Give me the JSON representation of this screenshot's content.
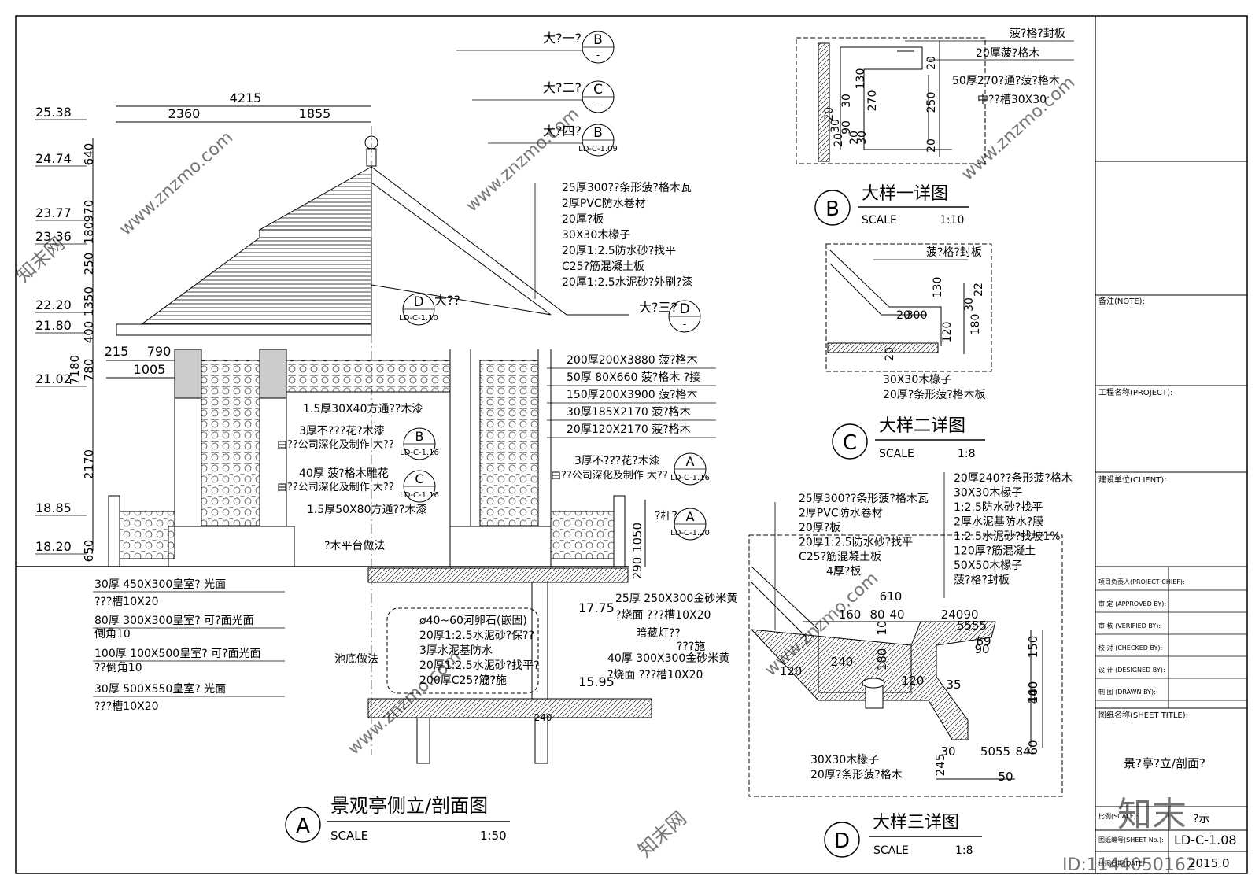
{
  "main": {
    "title": "景观亭侧立/剖面图",
    "badge": "A",
    "scale_word": "SCALE",
    "scale": "1:50",
    "heights": [
      "25.38",
      "24.74",
      "23.77",
      "23.36",
      "22.20",
      "21.80",
      "21.02",
      "18.85",
      "18.20",
      "17.75",
      "15.95"
    ],
    "vdims": [
      "640",
      "970",
      "180",
      "250",
      "1350",
      "400",
      "780",
      "7180",
      "2170",
      "650",
      "1050",
      "290"
    ],
    "hdims": [
      "4215",
      "2360",
      "1855",
      "215",
      "790",
      "1005",
      "240"
    ],
    "refs": [
      {
        "text": "大?一?",
        "letter": "B",
        "sheet": "-"
      },
      {
        "text": "大?二?",
        "letter": "C",
        "sheet": "-"
      },
      {
        "text": "大?四?",
        "letter": "B",
        "sheet": "LD-C-1.09"
      },
      {
        "text": "大??",
        "letter": "D",
        "sheet": "LD-C-1.10"
      },
      {
        "text": "大?三?",
        "letter": "D",
        "sheet": "-"
      }
    ],
    "roof_notes": [
      "25厚300??条形菠?格木瓦",
      "2厚PVC防水卷材",
      "20厚?板",
      "30X30木椽子",
      "20厚1:2.5防水砂?找平",
      "C25?筋混凝土板",
      "20厚1:2.5水泥砂?外刷?漆"
    ],
    "beam_notes": [
      "200厚200X3880 菠?格木",
      "50厚 80X660 菠?格木 ?接",
      "150厚200X3900 菠?格木",
      "30厚185X2170 菠?格木",
      "20厚120X2170 菠?格木"
    ],
    "mid_notes": [
      {
        "text": "1.5厚30X40方通?",
        "suffix": "?木漆"
      },
      {
        "text": "3厚不???花",
        "suffix": "?木漆",
        "letter": "B",
        "sheet": "LD-C-1.16",
        "sub": "由??公司深化及制作  大??"
      },
      {
        "text": "40厚 菠?格木雕花",
        "letter": "C",
        "sheet": "LD-C-1.16",
        "sub": "由??公司深化及制作  大??"
      },
      {
        "text": "1.5厚50X80方通?",
        "suffix": "?木漆"
      }
    ],
    "right_mid": {
      "text": "3厚不???花",
      "suffix": "?木漆",
      "sub": "由??公司深化及制作  大??",
      "letter": "A",
      "sheet": "LD-C-1.16"
    },
    "rail_ref": {
      "text": "?杆?",
      "letter": "A",
      "sheet": "LD-C-1.20"
    },
    "deck_label": "?木平台做法",
    "pool_label": "池底做法",
    "floor_notes": [
      "30厚 450X300皇室? 光面",
      "???槽10X20",
      "80厚 300X300皇室? 可?面光面",
      "倒角10",
      "100厚 100X500皇室? 可?面光面",
      "??倒角10",
      "30厚 500X550皇室? 光面",
      "???槽10X20"
    ],
    "pool_notes": [
      "ø40~60河卵石(嵌固)",
      "20厚1:2.5水泥砂?保??",
      "3厚水泥基防水",
      "20厚1:2.5水泥砂?找平?",
      "200厚C25?筋?",
      "??施"
    ],
    "stone_notes": [
      "25厚 250X300金砂米黄",
      "?烧面 ???槽10X20",
      "暗藏灯??",
      "???施",
      "40厚 300X300金砂米黄",
      "?烧面 ???槽10X20"
    ]
  },
  "detail_b": {
    "title": "大样一详图",
    "badge": "B",
    "scale_word": "SCALE",
    "scale": "1:10",
    "notes": [
      "菠?格?封板",
      "20厚菠?格木",
      "50厚270?通?菠?格木",
      "中??槽30X30"
    ],
    "dims": [
      "20",
      "250",
      "20",
      "270",
      "130",
      "30",
      "20",
      "30",
      "20",
      "90",
      "20",
      "30"
    ]
  },
  "detail_c": {
    "title": "大样二详图",
    "badge": "C",
    "scale_word": "SCALE",
    "scale": "1:8",
    "notes": [
      "菠?格?封板",
      "30X30木椽子",
      "20厚?条形菠?格木板"
    ],
    "dims": [
      "22",
      "30",
      "130",
      "180",
      "120",
      "300",
      "20",
      "20"
    ]
  },
  "detail_d": {
    "title": "大样三详图",
    "badge": "D",
    "scale_word": "SCALE",
    "scale": "1:8",
    "notes_left": [
      "25厚300??条形菠?格木瓦",
      "2厚PVC防水卷材",
      "20厚?板",
      "20厚1:2.5防水砂?找平",
      "C25?筋混凝土板",
      "4厚?板"
    ],
    "notes_right": [
      "20厚240??条形菠?格木",
      "30X30木椽子",
      "1:2.5防水砂?找平",
      "2厚水泥基防水?膜",
      "1:2.5水泥砂?找坡1%",
      "120厚?筋混凝土",
      "50X50木椽子",
      "菠?格?封板"
    ],
    "notes_bottom": [
      "30X30木椽子",
      "20厚?条形菠?格木"
    ],
    "dims": [
      "610",
      "160",
      "80",
      "40",
      "240",
      "90",
      "10",
      "180",
      "240",
      "120",
      "120",
      "35",
      "90",
      "150",
      "400",
      "140",
      "60",
      "50",
      "245",
      "30",
      "5055",
      "5555",
      "69",
      "84"
    ]
  },
  "title_block": {
    "note": "备注(NOTE):",
    "project": "工程名称(PROJECT):",
    "client": "建设单位(CLIENT):",
    "roles": [
      "项目负责人(PROJECT CHIEF):",
      "审 定 (APPROVED BY):",
      "审 核 (VERIFIED BY):",
      "校 对 (CHECKED BY):",
      "设 计 (DESIGNED BY):",
      "制 图 (DRAWN BY):"
    ],
    "sheet_title_label": "图纸名称(SHEET TITLE):",
    "sheet_title": "景?亭?立/剖面?",
    "scale_label": "比例(SCALE):",
    "scale_value": "?示",
    "sheet_no_label": "图纸编号(SHEET No.):",
    "sheet_no": "LD-C-1.08",
    "date_label": "绘图日期(DATE):",
    "date": "2015.0"
  },
  "watermark": {
    "site": "www.znzmo.com",
    "brand": "知末",
    "brand_alt": "知末网",
    "id": "ID:1144050162"
  }
}
